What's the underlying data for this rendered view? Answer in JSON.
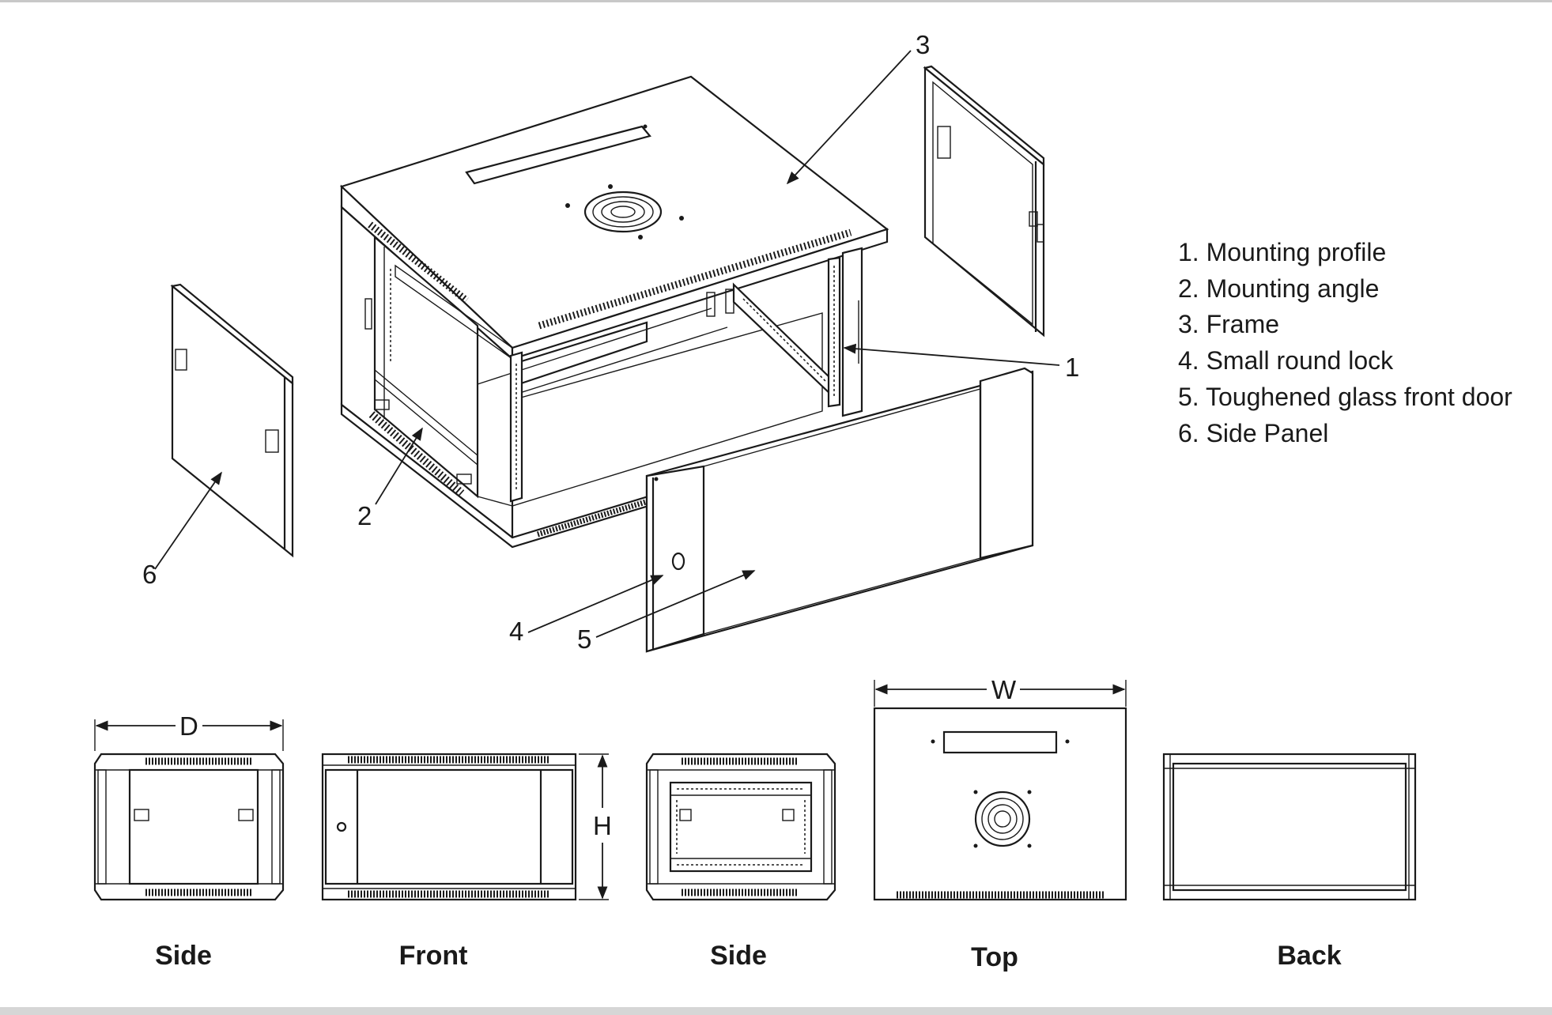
{
  "callouts": {
    "c1": "1",
    "c2": "2",
    "c3": "3",
    "c4": "4",
    "c5": "5",
    "c6": "6"
  },
  "legend": [
    "1. Mounting profile",
    "2. Mounting angle",
    "3. Frame",
    "4. Small round lock",
    "5. Toughened glass front door",
    "6. Side Panel"
  ],
  "dimensions": {
    "depth": "D",
    "height": "H",
    "width": "W"
  },
  "views": {
    "side_left": "Side",
    "front": "Front",
    "side_right": "Side",
    "top": "Top",
    "back": "Back"
  }
}
